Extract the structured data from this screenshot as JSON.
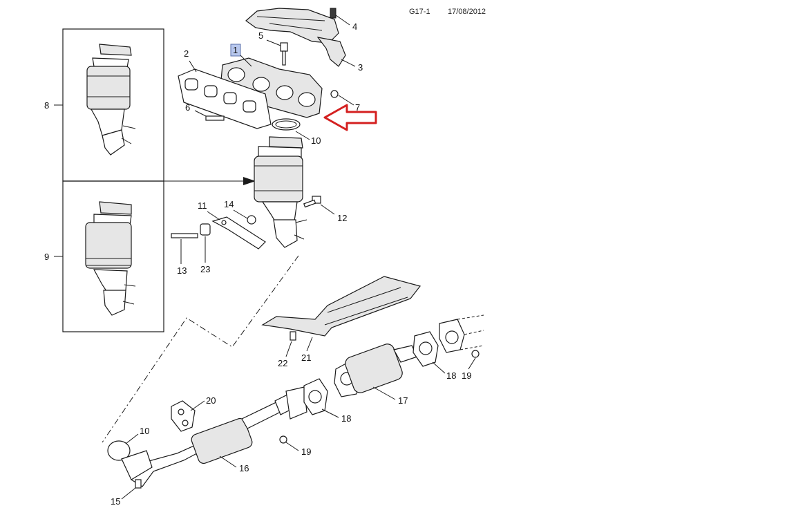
{
  "header": {
    "code": "G17-1",
    "date": "17/08/2012"
  },
  "callouts": {
    "c1": "1",
    "c2": "2",
    "c3": "3",
    "c4": "4",
    "c5": "5",
    "c6": "6",
    "c7": "7",
    "c8": "8",
    "c9": "9",
    "c10a": "10",
    "c10b": "10",
    "c11": "11",
    "c12": "12",
    "c13": "13",
    "c14": "14",
    "c15": "15",
    "c16": "16",
    "c17": "17",
    "c18a": "18",
    "c18b": "18",
    "c19a": "19",
    "c19b": "19",
    "c20": "20",
    "c21": "21",
    "c22": "22",
    "c23": "23"
  },
  "colors": {
    "highlight_fill": "#b8c8ee",
    "arrow": "#d42020",
    "line": "#1a1a1a"
  }
}
